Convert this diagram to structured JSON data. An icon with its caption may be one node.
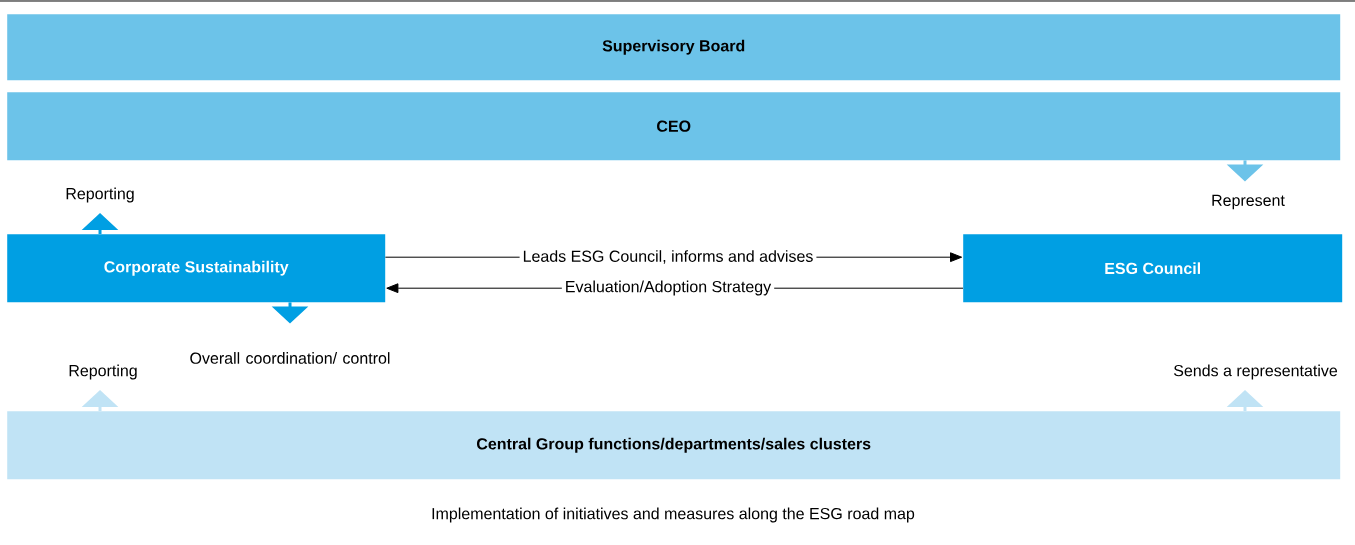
{
  "diagram": {
    "caption": "Implementation of initiatives and measures along the ESG road map",
    "nodes": [
      {
        "text": [
          "Supervisory Board"
        ]
      },
      {
        "text": [
          "CEO"
        ]
      },
      {
        "text": [
          "Corporate Sustainability"
        ]
      },
      {
        "text": [
          "ESG Council"
        ]
      },
      {
        "text": [
          "Central Group functions/departments/sales clusters"
        ]
      }
    ],
    "edges": [
      {
        "from": 2,
        "to": null,
        "arrow": "to",
        "label": "Reporting",
        "color": "#009fe3"
      },
      {
        "from": 1,
        "to": null,
        "arrow": "to",
        "label": "Represent",
        "color": "#6cc3e9"
      },
      {
        "from": 2,
        "to": null,
        "arrow": "to",
        "label": "Overall coordination/ control",
        "color": "#009fe3"
      },
      {
        "from": 4,
        "to": null,
        "arrow": "to",
        "label": "Reporting",
        "color": "#c0e3f5"
      },
      {
        "from": 4,
        "to": null,
        "arrow": "to",
        "label": "Sends a representative",
        "color": "#c0e3f5"
      },
      {
        "from": 2,
        "to": 3,
        "arrow": "to",
        "label": "Leads ESG Council, informs and advises",
        "color": "#000000"
      },
      {
        "from": 3,
        "to": 2,
        "arrow": "to",
        "label": "Evaluation/Adoption Strategy",
        "color": "#000000"
      }
    ]
  }
}
